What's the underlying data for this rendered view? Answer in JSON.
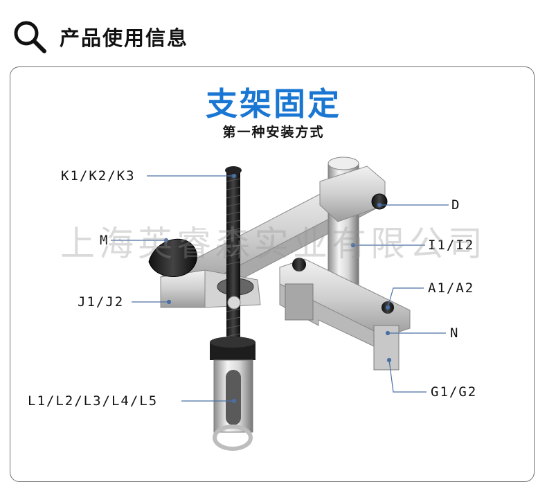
{
  "header": {
    "title": "产品使用信息",
    "icon": "search-icon"
  },
  "panel": {
    "title": "支架固定",
    "subtitle": "第一种安装方式"
  },
  "callouts": {
    "k": "K1/K2/K3",
    "m": "M",
    "j": "J1/J2",
    "l": "L1/L2/L3/L4/L5",
    "d": "D",
    "i": "I1/I2",
    "a": "A1/A2",
    "n": "N",
    "g": "G1/G2"
  },
  "watermark": "上海英睿森实业有限公司",
  "colors": {
    "accent": "#1976d2",
    "leader_line": "#4a6fa5"
  }
}
